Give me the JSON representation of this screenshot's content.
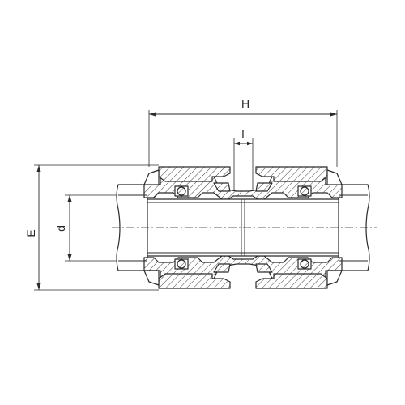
{
  "dimensions": {
    "H": "H",
    "I": "I",
    "E": "E",
    "d": "d"
  },
  "colors": {
    "line": "#2a2a2a",
    "background": "#ffffff"
  }
}
